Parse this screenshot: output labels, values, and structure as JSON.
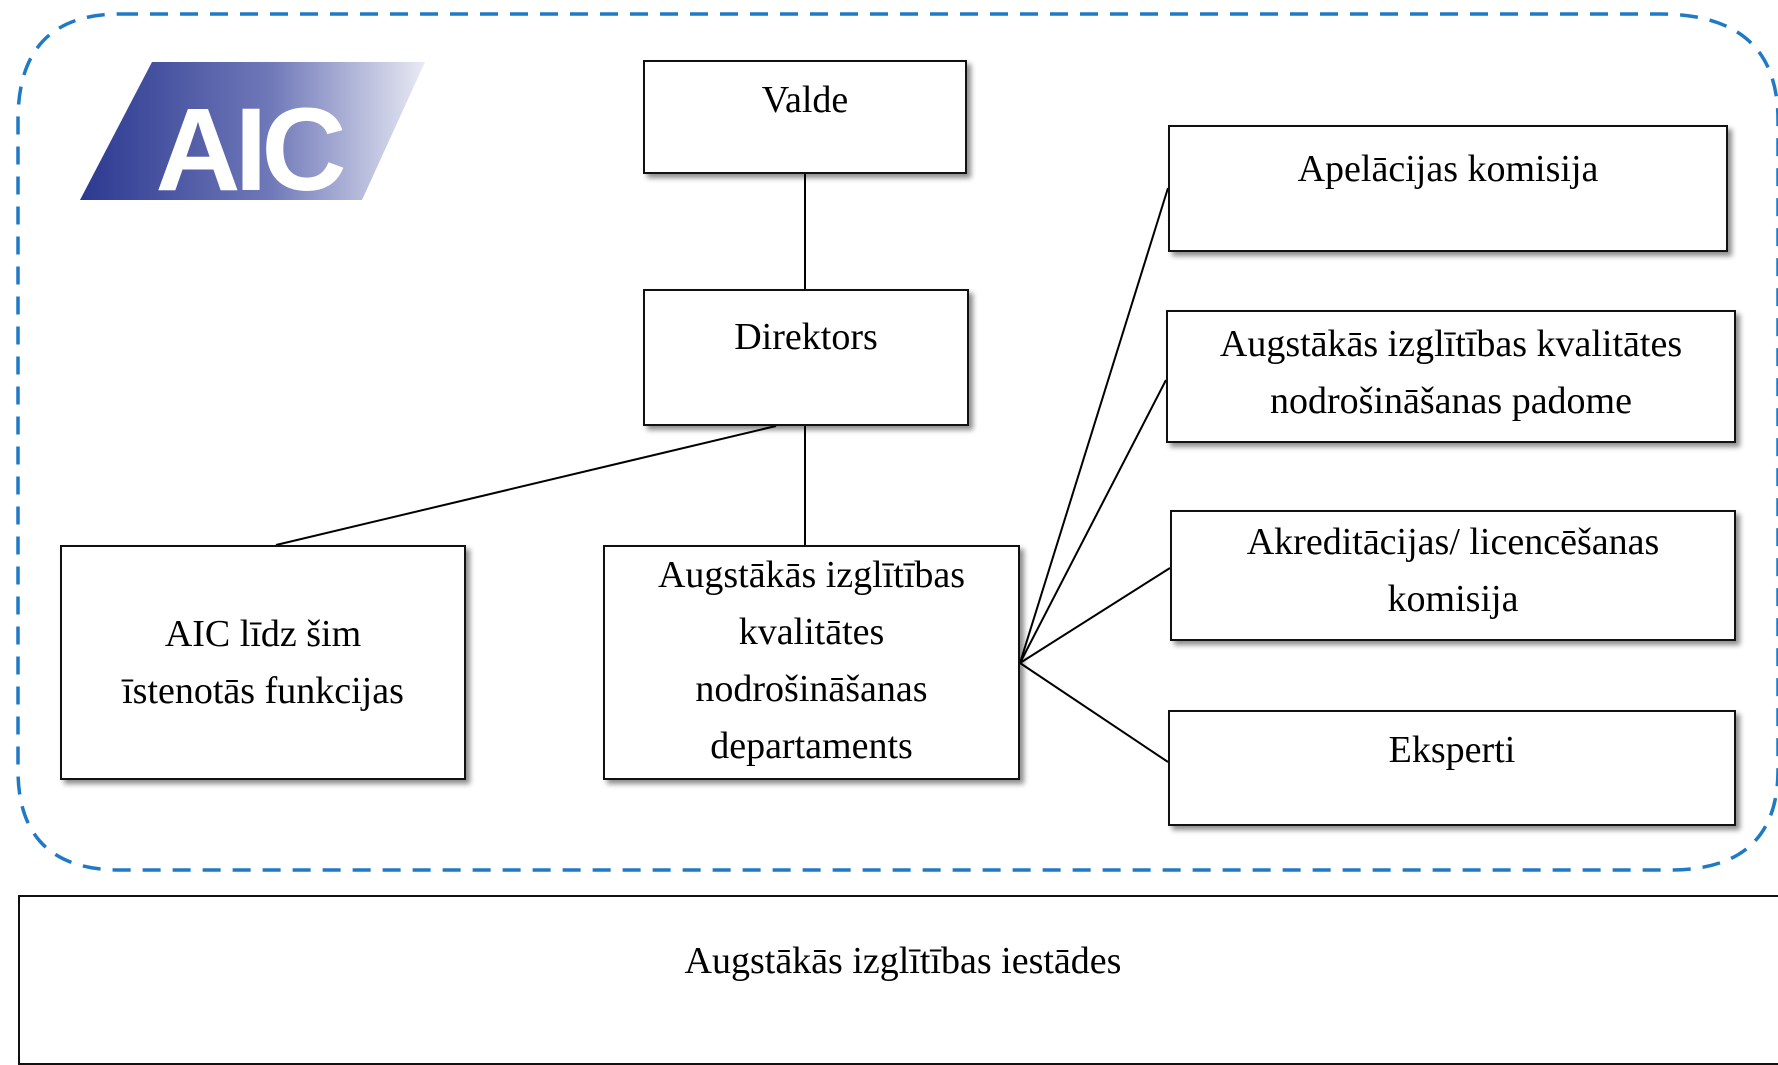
{
  "logo": {
    "text": "AIC",
    "accent_color": "#2b3990",
    "fade_color": "#e8eaf4"
  },
  "boundary": {
    "style": "dashed",
    "color": "#1f7ac6"
  },
  "nodes": {
    "valde": "Valde",
    "direktors": "Direktors",
    "aic_functions": [
      "AIC līdz šim",
      "īstenotās funkcijas"
    ],
    "department": [
      "Augstākās izglītības",
      "kvalitātes",
      "nodrošināšanas",
      "departaments"
    ],
    "appeals": "Apelācijas komisija",
    "council": [
      "Augstākās izglītības kvalitātes",
      "nodrošināšanas padome"
    ],
    "accreditation": [
      "Akreditācijas/ licencēšanas",
      "komisija"
    ],
    "experts": "Eksperti",
    "institutions": "Augstākās izglītības iestādes"
  }
}
